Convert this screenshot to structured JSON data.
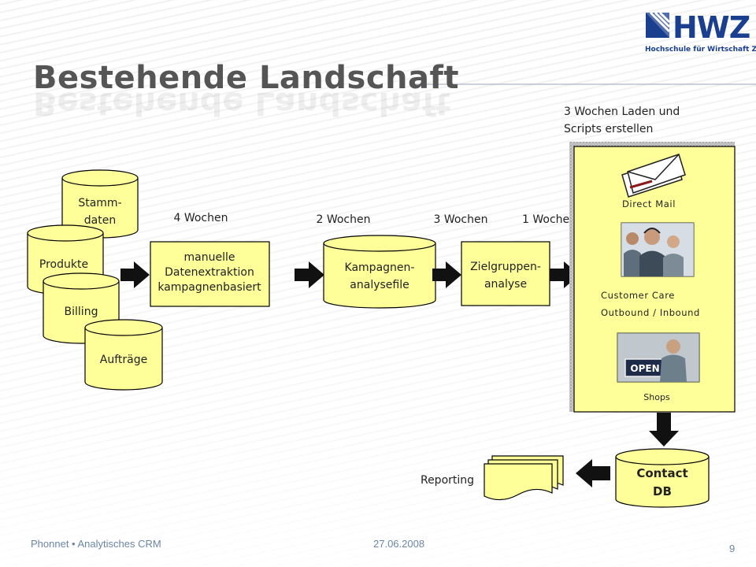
{
  "title": "Bestehende Landschaft",
  "logo": {
    "brand": "HWZ",
    "subtitle": "Hochschule für Wirtschaft Zürich",
    "color": "#1a3f8f"
  },
  "sources": [
    "Stamm-|daten",
    "Produkte",
    "Billing",
    "Aufträge"
  ],
  "steps": [
    {
      "label": "manuelle|Datenextraktion|kampagnenbasiert",
      "duration": "4 Wochen"
    },
    {
      "label": "Kampagnen-|analysefile",
      "duration": "2 Wochen"
    },
    {
      "label": "Zielgruppen-|analyse",
      "duration": "3 Wochen"
    }
  ],
  "channels_duration": "1 Woche",
  "channels_note": "3 Wochen Laden und|Scripts erstellen",
  "channels": [
    {
      "label": "Direct  Mail",
      "icon": "mail-envelope-icon"
    },
    {
      "label": "Customer  Care|Outbound  /  Inbound",
      "icon": "call-center-photo"
    },
    {
      "label": "Shops",
      "icon": "open-sign-photo"
    }
  ],
  "contact_db": "Contact|DB",
  "reporting": "Reporting",
  "footer": {
    "left": "Phonnet • Analytisches CRM",
    "date": "27.06.2008",
    "page": "9"
  },
  "colors": {
    "shape_fill": "#ffff99",
    "title": "#555555",
    "footer": "#6b86a8"
  }
}
